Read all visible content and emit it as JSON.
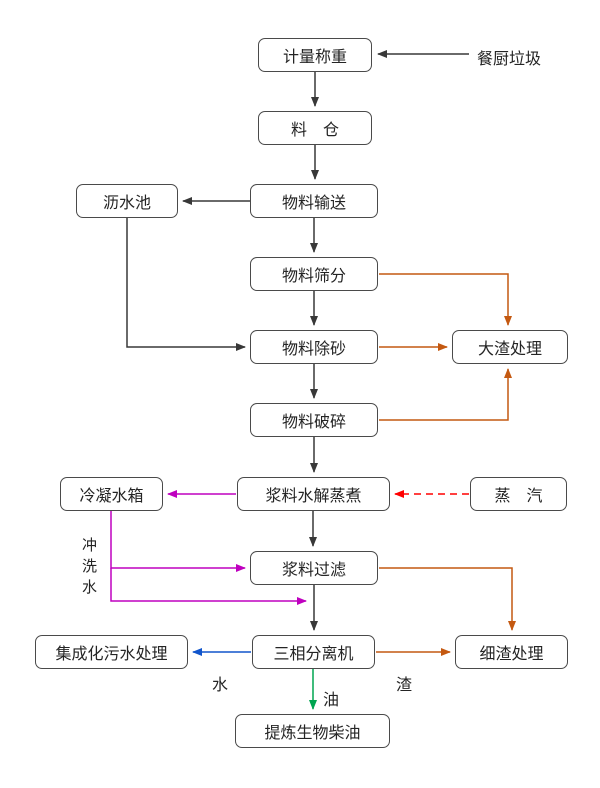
{
  "diagram": {
    "nodes": {
      "weighing": "计量称重",
      "silo": "料　仓",
      "transport": "物料输送",
      "drain_pool": "沥水池",
      "screening": "物料筛分",
      "desanding": "物料除砂",
      "large_residue": "大渣处理",
      "crushing": "物料破碎",
      "hydrolysis": "浆料水解蒸煮",
      "steam": "蒸　汽",
      "condensate_tank": "冷凝水箱",
      "filtering": "浆料过滤",
      "separator": "三相分离机",
      "sewage_treatment": "集成化污水处理",
      "fine_residue": "细渣处理",
      "biodiesel": "提炼生物柴油"
    },
    "edge_labels": {
      "input": "餐厨垃圾",
      "flush_water": "冲洗水",
      "water": "水",
      "residue": "渣",
      "oil": "油"
    },
    "colors": {
      "line": "#383838",
      "orange": "#c45911",
      "magenta": "#bf00bf",
      "red": "#ff0000",
      "blue": "#1155cc",
      "green": "#00a550"
    }
  }
}
